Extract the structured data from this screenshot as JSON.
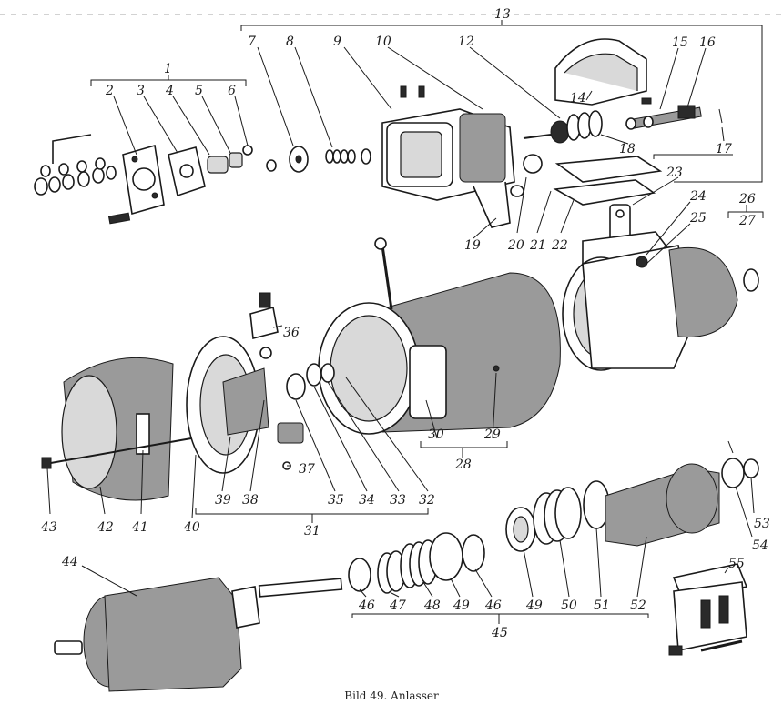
{
  "caption": "Bild 49. Anlasser",
  "labels": [
    "1",
    "2",
    "3",
    "4",
    "5",
    "6",
    "7",
    "8",
    "9",
    "10",
    "12",
    "13",
    "14",
    "15",
    "16",
    "17",
    "18",
    "19",
    "20",
    "21",
    "22",
    "23",
    "24",
    "25",
    "26",
    "27",
    "28",
    "29",
    "30",
    "31",
    "32",
    "33",
    "34",
    "35",
    "36",
    "37",
    "38",
    "39",
    "40",
    "41",
    "42",
    "43",
    "44",
    "45",
    "46",
    "47",
    "48",
    "49",
    "46",
    "49",
    "50",
    "51",
    "52",
    "53",
    "54",
    "55"
  ]
}
